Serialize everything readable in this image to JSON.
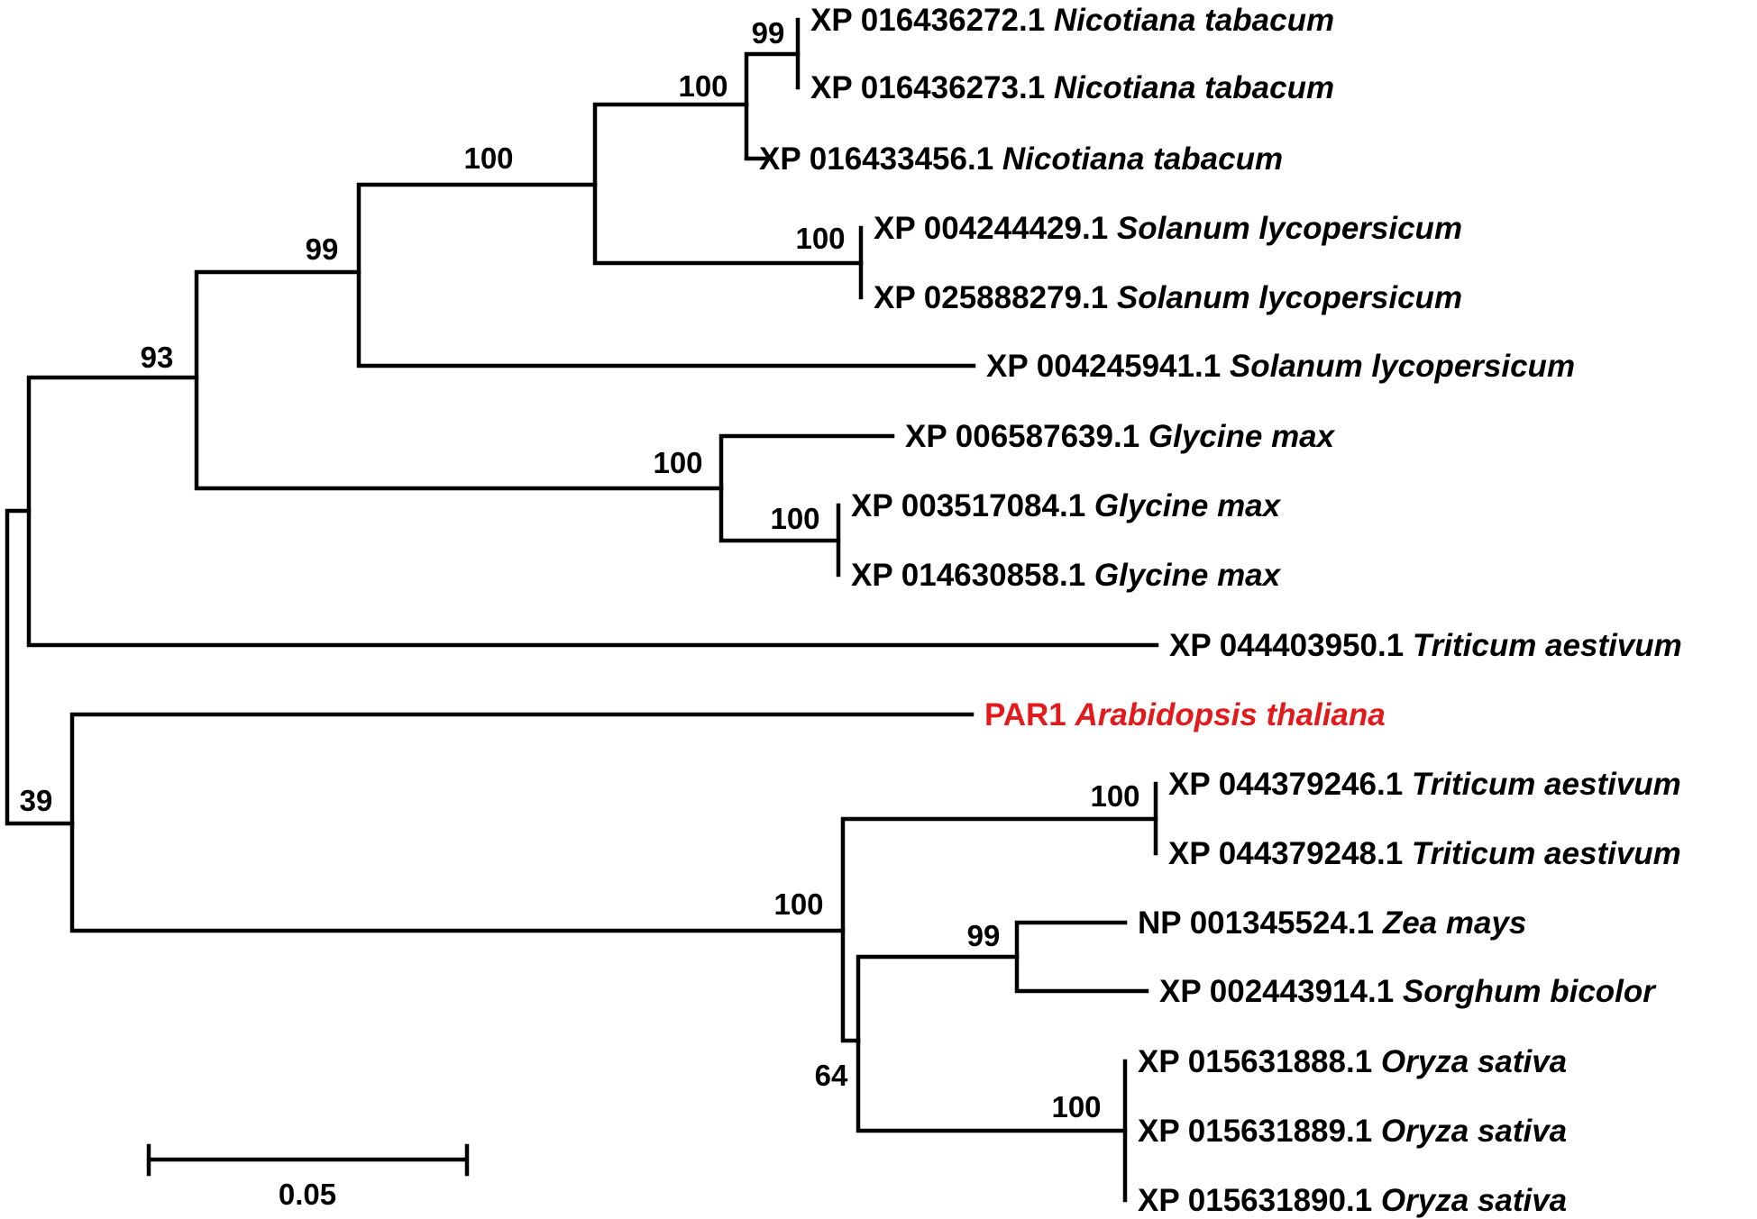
{
  "colors": {
    "branch": "#000000",
    "label": "#000000",
    "highlight": "#e31a1c"
  },
  "scale_bar": {
    "label": "0.05",
    "value": 0.05
  },
  "leaves": [
    {
      "id": "XP 016436272.1",
      "species": "Nicotiana tabacum",
      "highlight": false
    },
    {
      "id": "XP 016436273.1",
      "species": "Nicotiana tabacum",
      "highlight": false
    },
    {
      "id": "XP 016433456.1",
      "species": "Nicotiana tabacum",
      "highlight": false
    },
    {
      "id": "XP 004244429.1",
      "species": "Solanum lycopersicum",
      "highlight": false
    },
    {
      "id": "XP 025888279.1",
      "species": "Solanum lycopersicum",
      "highlight": false
    },
    {
      "id": "XP 004245941.1",
      "species": "Solanum lycopersicum",
      "highlight": false
    },
    {
      "id": "XP 006587639.1",
      "species": "Glycine max",
      "highlight": false
    },
    {
      "id": "XP 003517084.1",
      "species": "Glycine max",
      "highlight": false
    },
    {
      "id": "XP 014630858.1",
      "species": "Glycine max",
      "highlight": false
    },
    {
      "id": "XP 044403950.1",
      "species": "Triticum aestivum",
      "highlight": false
    },
    {
      "id": "PAR1",
      "species": "Arabidopsis thaliana",
      "highlight": true
    },
    {
      "id": "XP 044379246.1",
      "species": "Triticum aestivum",
      "highlight": false
    },
    {
      "id": "XP 044379248.1",
      "species": "Triticum aestivum",
      "highlight": false
    },
    {
      "id": "NP 001345524.1",
      "species": "Zea mays",
      "highlight": false
    },
    {
      "id": "XP 002443914.1",
      "species": "Sorghum bicolor",
      "highlight": false
    },
    {
      "id": "XP 015631888.1",
      "species": "Oryza sativa",
      "highlight": false
    },
    {
      "id": "XP 015631889.1",
      "species": "Oryza sativa",
      "highlight": false
    },
    {
      "id": "XP 015631890.1",
      "species": "Oryza sativa",
      "highlight": false
    }
  ],
  "bootstrap": {
    "nicotiana_pair": "99",
    "nicotiana_clade": "100",
    "nicotiana_solanum": "100",
    "solanum_pair": "100",
    "solanaceae": "99",
    "dicots": "93",
    "glycine_clade": "100",
    "glycine_pair": "100",
    "root": "39",
    "grass_clade": "100",
    "triticum_pair": "100",
    "zea_sorghum": "99",
    "oryza_triplet": "100",
    "grass_inner": "64"
  }
}
